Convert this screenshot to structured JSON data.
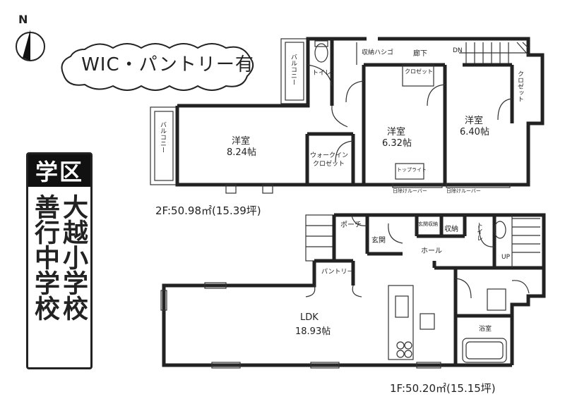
{
  "compass": {
    "north_label": "N"
  },
  "badge": {
    "text": "WIC・パントリー有"
  },
  "school": {
    "header": "学区",
    "elementary": "大越小学校",
    "junior_high": "善行中学校"
  },
  "floor2": {
    "area_label": "2F:50.98㎡(15.39坪)",
    "rooms": {
      "western_a_name": "洋室",
      "western_a_size": "8.24帖",
      "western_b_name": "洋室",
      "western_b_size": "6.32帖",
      "western_c_name": "洋室",
      "western_c_size": "6.40帖",
      "wic_line1": "ウォークイン",
      "wic_line2": "クロゼット",
      "closet_small": "クロゼット",
      "closet_right": "クロゼット",
      "hallway": "廊下",
      "storage_hatch": "収納ハシゴ",
      "toilet": "トイレ",
      "balcony_top": "バルコニー",
      "balcony_left": "バルコニー",
      "dn": "DN",
      "louver_left": "日除けルーバー",
      "louver_right": "日除けルーバー",
      "toplight": "トップライト"
    }
  },
  "floor1": {
    "area_label": "1F:50.20㎡(15.15坪)",
    "rooms": {
      "ldk_name": "LDK",
      "ldk_size": "18.93帖",
      "porch": "ポーチ",
      "entrance": "玄関",
      "hall": "ホール",
      "storage": "収納",
      "toilet": "トイレ",
      "pantry": "パントリー",
      "bath": "浴室",
      "shoe_storage": "玄関収納",
      "up": "UP"
    }
  }
}
